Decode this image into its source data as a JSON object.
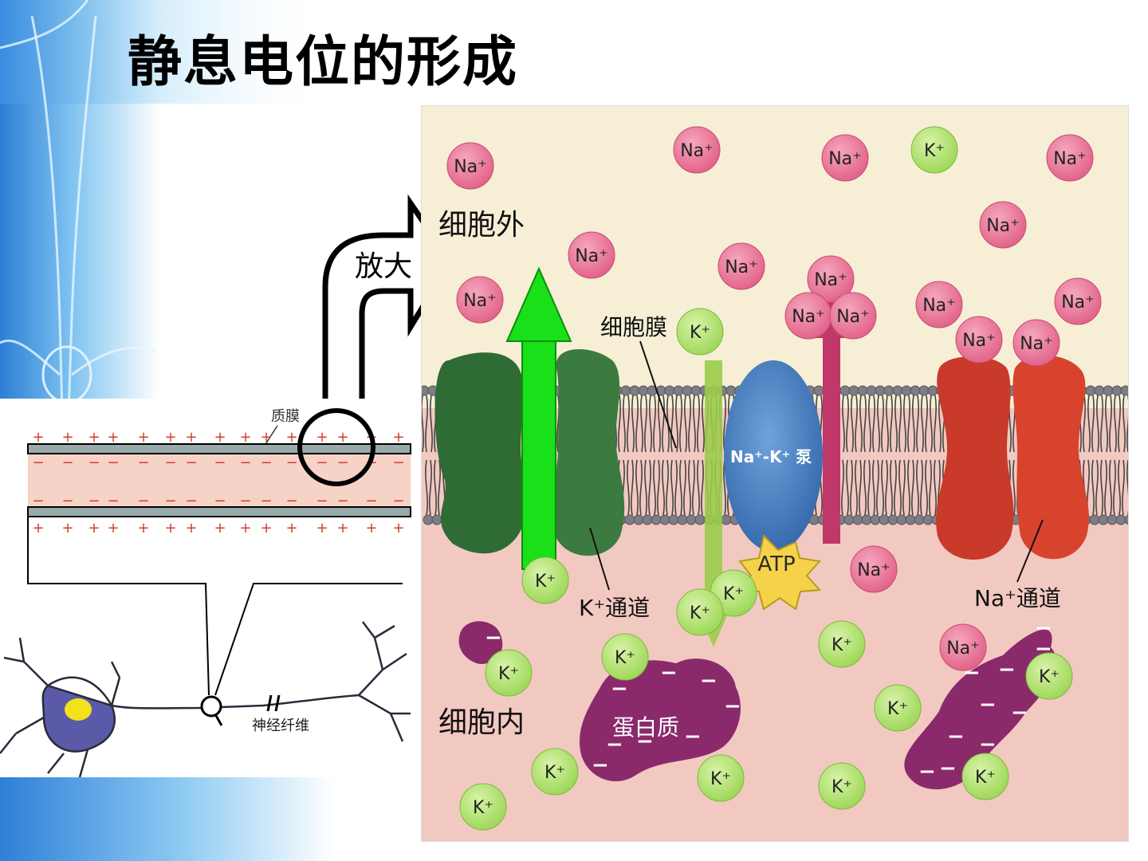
{
  "slide": {
    "title": "静息电位的形成"
  },
  "magnify_arrow": {
    "label": "放大"
  },
  "axon_diagram": {
    "membrane_label": "质膜",
    "fiber_label": "神经纤维",
    "plus_sign": "+",
    "minus_sign": "−"
  },
  "membrane_diagram": {
    "outside_label": "细胞外",
    "inside_label": "细胞内",
    "membrane_label": "细胞膜",
    "k_channel_label": "K⁺通道",
    "na_channel_label": "Na⁺通道",
    "pump_label": "Na⁺-K⁺ 泵",
    "atp_label": "ATP",
    "protein_label": "蛋白质",
    "na_ion_label": "Na⁺",
    "k_ion_label": "K⁺",
    "negative_charge": "−"
  },
  "colors": {
    "extracellular": "#f6efd6",
    "intracellular": "#f2c9c1",
    "na_ion": "#ee7a9e",
    "k_ion": "#b9e67a",
    "k_channel": "#2f6b35",
    "na_channel": "#c93a2a",
    "pump": "#4f86c6",
    "atp": "#f5d24a",
    "protein": "#8a2a6b",
    "green_arrow": "#19e019",
    "pump_arrow_out": "#c0386a",
    "pump_arrow_in": "#9ccc4a"
  }
}
